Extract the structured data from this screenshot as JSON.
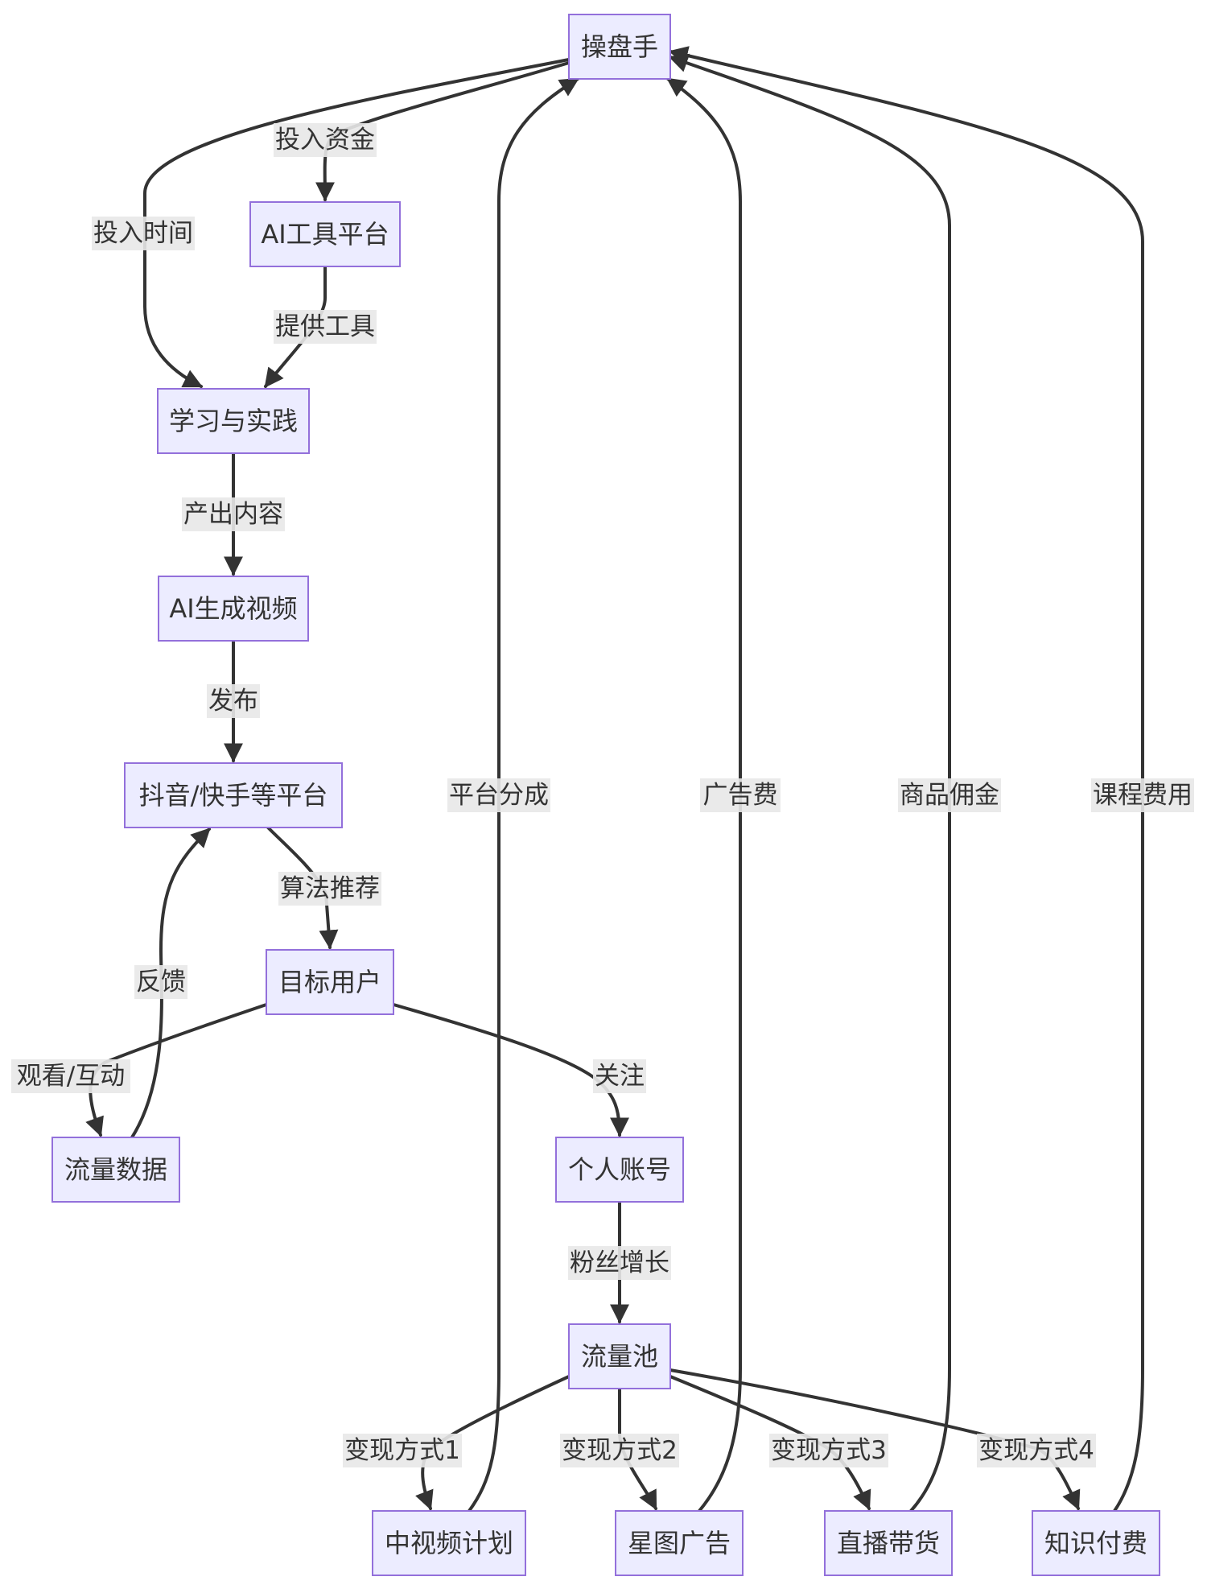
{
  "diagram": {
    "type": "flowchart",
    "colors": {
      "node_fill": "#ECECFF",
      "node_stroke": "#9370DB",
      "edge": "#333333",
      "label_bg": "#E8E8E8",
      "text": "#333333"
    },
    "nodes": [
      {
        "id": "operator",
        "label": "操盘手"
      },
      {
        "id": "ai_tools",
        "label": "AI工具平台"
      },
      {
        "id": "learn",
        "label": "学习与实践"
      },
      {
        "id": "ai_video",
        "label": "AI生成视频"
      },
      {
        "id": "platforms",
        "label": "抖音/快手等平台"
      },
      {
        "id": "users",
        "label": "目标用户"
      },
      {
        "id": "traffic_data",
        "label": "流量数据"
      },
      {
        "id": "account",
        "label": "个人账号"
      },
      {
        "id": "pool",
        "label": "流量池"
      },
      {
        "id": "mid_video",
        "label": "中视频计划"
      },
      {
        "id": "xingtu",
        "label": "星图广告"
      },
      {
        "id": "live",
        "label": "直播带货"
      },
      {
        "id": "knowledge",
        "label": "知识付费"
      }
    ],
    "edges": [
      {
        "id": "e1",
        "from": "operator",
        "to": "learn",
        "label": "投入时间"
      },
      {
        "id": "e2",
        "from": "operator",
        "to": "ai_tools",
        "label": "投入资金"
      },
      {
        "id": "e3",
        "from": "ai_tools",
        "to": "learn",
        "label": "提供工具"
      },
      {
        "id": "e4",
        "from": "learn",
        "to": "ai_video",
        "label": "产出内容"
      },
      {
        "id": "e5",
        "from": "ai_video",
        "to": "platforms",
        "label": "发布"
      },
      {
        "id": "e6",
        "from": "platforms",
        "to": "users",
        "label": "算法推荐"
      },
      {
        "id": "e7",
        "from": "users",
        "to": "traffic_data",
        "label": "观看/互动"
      },
      {
        "id": "e8",
        "from": "traffic_data",
        "to": "platforms",
        "label": "反馈"
      },
      {
        "id": "e9",
        "from": "users",
        "to": "account",
        "label": "关注"
      },
      {
        "id": "e10",
        "from": "account",
        "to": "pool",
        "label": "粉丝增长"
      },
      {
        "id": "e11",
        "from": "pool",
        "to": "mid_video",
        "label": "变现方式1"
      },
      {
        "id": "e12",
        "from": "pool",
        "to": "xingtu",
        "label": "变现方式2"
      },
      {
        "id": "e13",
        "from": "pool",
        "to": "live",
        "label": "变现方式3"
      },
      {
        "id": "e14",
        "from": "pool",
        "to": "knowledge",
        "label": "变现方式4"
      },
      {
        "id": "e15",
        "from": "mid_video",
        "to": "operator",
        "label": "平台分成"
      },
      {
        "id": "e16",
        "from": "xingtu",
        "to": "operator",
        "label": "广告费"
      },
      {
        "id": "e17",
        "from": "live",
        "to": "operator",
        "label": "商品佣金"
      },
      {
        "id": "e18",
        "from": "knowledge",
        "to": "operator",
        "label": "课程费用"
      }
    ]
  }
}
